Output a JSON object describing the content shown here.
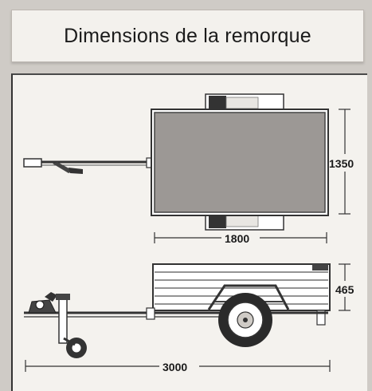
{
  "title": "Dimensions de la remorque",
  "dimensions": {
    "width": "1350",
    "bed_length": "1800",
    "side_height": "465",
    "total_length": "3000"
  }
}
